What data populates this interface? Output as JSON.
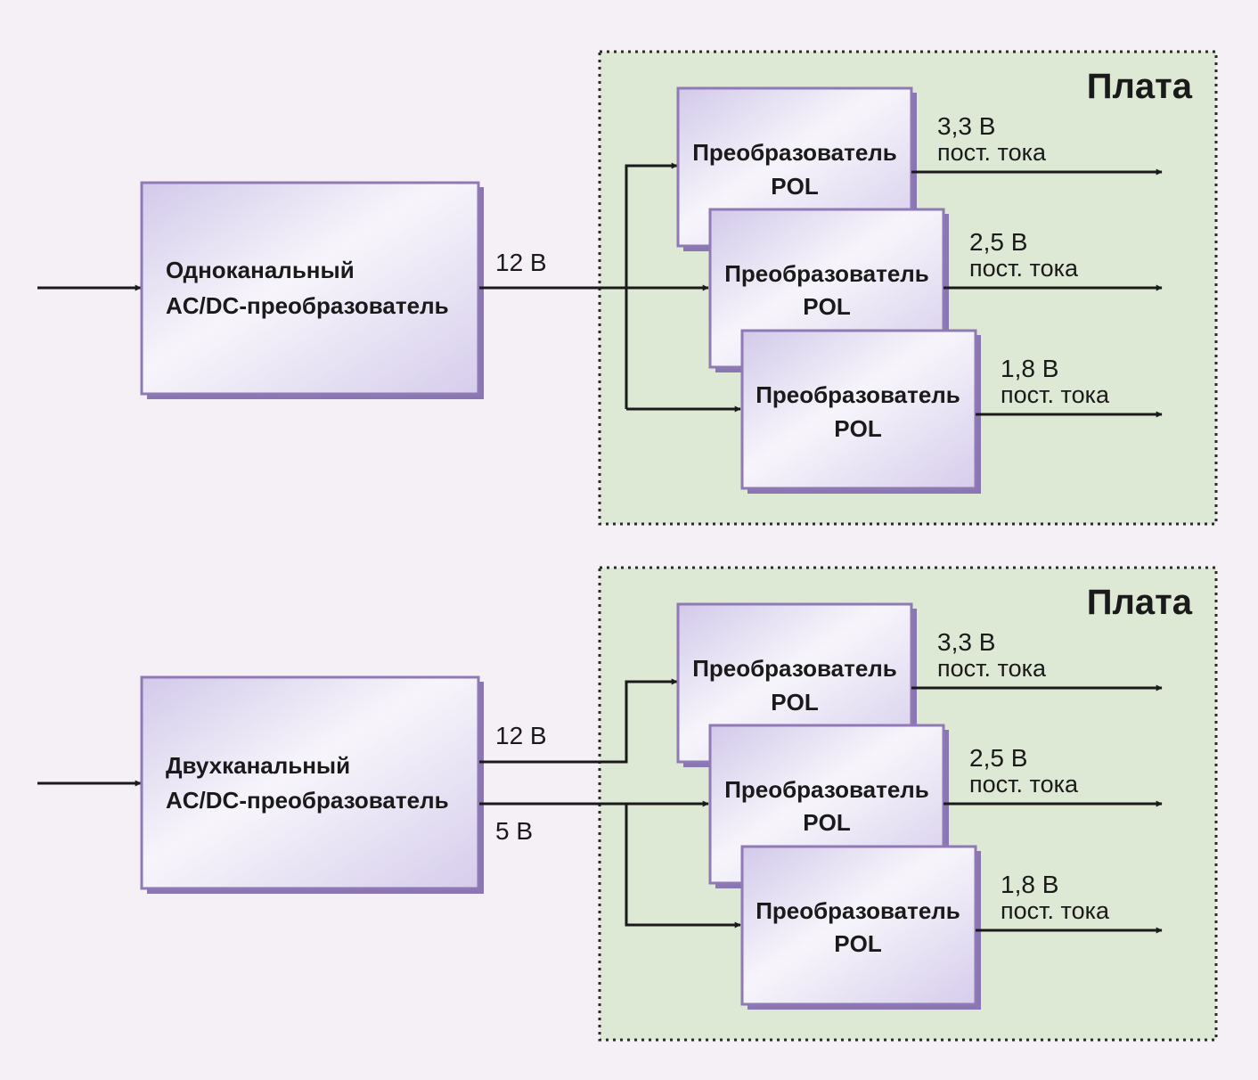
{
  "diagrams": [
    {
      "board_label": "Плата",
      "source": {
        "line1": "Одноканальный",
        "line2": "AC/DC-преобразователь"
      },
      "bus_labels": [
        "12 В"
      ],
      "converters": [
        {
          "line1": "Преобразователь",
          "line2": "POL",
          "out_voltage": "3,3 В",
          "out_type": "пост. тока"
        },
        {
          "line1": "Преобразователь",
          "line2": "POL",
          "out_voltage": "2,5 В",
          "out_type": "пост. тока"
        },
        {
          "line1": "Преобразователь",
          "line2": "POL",
          "out_voltage": "1,8 В",
          "out_type": "пост. тока"
        }
      ]
    },
    {
      "board_label": "Плата",
      "source": {
        "line1": "Двухканальный",
        "line2": "AC/DC-преобразователь"
      },
      "bus_labels": [
        "12 В",
        "5 В"
      ],
      "converters": [
        {
          "line1": "Преобразователь",
          "line2": "POL",
          "out_voltage": "3,3 В",
          "out_type": "пост. тока"
        },
        {
          "line1": "Преобразователь",
          "line2": "POL",
          "out_voltage": "2,5 В",
          "out_type": "пост. тока"
        },
        {
          "line1": "Преобразователь",
          "line2": "POL",
          "out_voltage": "1,8 В",
          "out_type": "пост. тока"
        }
      ]
    }
  ],
  "colors": {
    "background": "#f4f0f6",
    "board_fill": "#dde8d5",
    "box_border": "#8f7ab5",
    "box_shadow": "#8a76b2",
    "line": "#1a1a1a"
  }
}
